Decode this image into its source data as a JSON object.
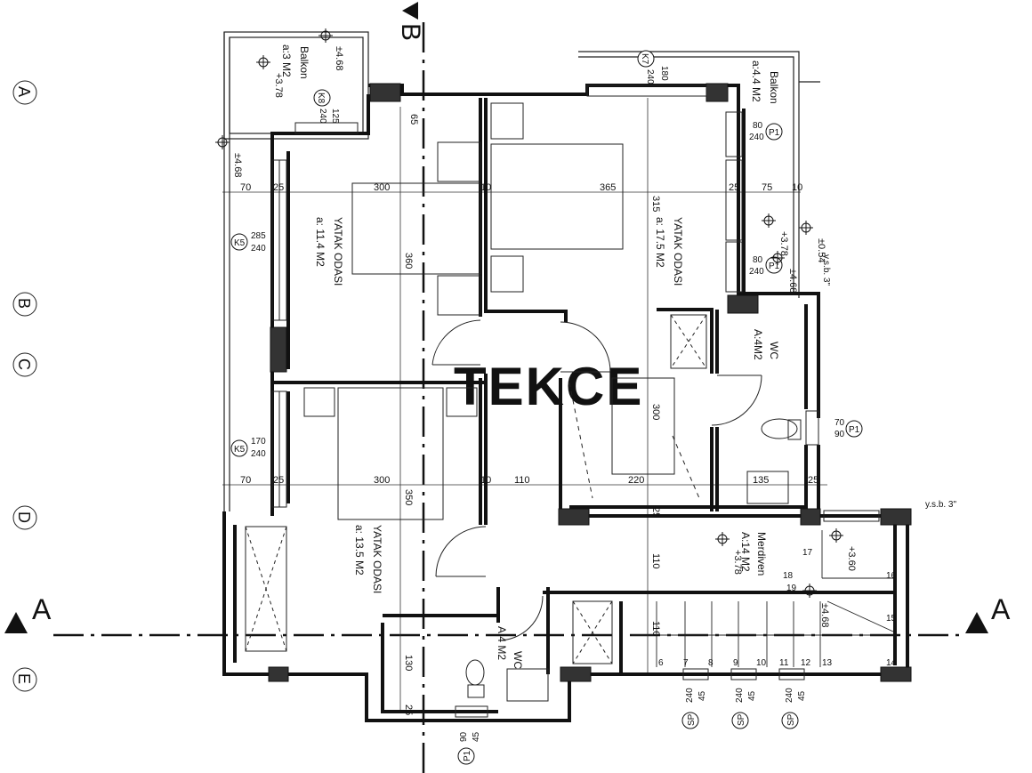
{
  "grid_axes": [
    "A",
    "B",
    "C",
    "D",
    "E"
  ],
  "section_marks": {
    "a_left": "A",
    "a_right": "A",
    "b_top": "B"
  },
  "rooms": [
    {
      "name": "YATAK ODASI",
      "area": "a:   11.4 M2"
    },
    {
      "name": "YATAK ODASI",
      "area": "a:   17.5 M2"
    },
    {
      "name": "YATAK ODASI",
      "area": "a:   13.5 M2"
    },
    {
      "name": "WC",
      "area": "A:4M2"
    },
    {
      "name": "WC",
      "area": "A:4 M2"
    },
    {
      "name": "Merdiven",
      "area": "A:14 M2"
    },
    {
      "name": "Balkon",
      "area": "a:3  M2"
    },
    {
      "name": "Balkon",
      "area": "a:4.4 M2"
    }
  ],
  "dimensions": {
    "top_row": [
      "70",
      "25",
      "300",
      "10",
      "365",
      "25",
      "75",
      "10"
    ],
    "mid_row": [
      "70",
      "25",
      "300",
      "10",
      "110",
      "220",
      "135",
      "25"
    ],
    "vertical": [
      "360",
      "315",
      "350",
      "300",
      "110",
      "130",
      "25",
      "25",
      "110",
      "65"
    ]
  },
  "levels": [
    "±4.68",
    "+3.78",
    "±4.68",
    "±0.54",
    "+3.78",
    "±4.68",
    "+3.78",
    "+3.60",
    "±4.68"
  ],
  "window_tags": [
    {
      "code": "P1",
      "w": "80",
      "h": "240"
    },
    {
      "code": "P1",
      "w": "80",
      "h": "240"
    },
    {
      "code": "P1",
      "w": "70",
      "h": "90"
    },
    {
      "code": "K5",
      "w": "285",
      "h": "240"
    },
    {
      "code": "K5",
      "w": "170",
      "h": "240"
    },
    {
      "code": "K7",
      "w": "180",
      "h": "240"
    },
    {
      "code": "K8",
      "w": "125",
      "h": "240"
    },
    {
      "code": "P1",
      "w": "45",
      "h": "90"
    },
    {
      "code": "SP",
      "w": "45",
      "h": "240"
    },
    {
      "code": "SP",
      "w": "45",
      "h": "240"
    },
    {
      "code": "SP",
      "w": "45",
      "h": "240"
    }
  ],
  "stair_steps": [
    "17",
    "18",
    "19",
    "16",
    "15",
    "14",
    "13",
    "12",
    "11",
    "10",
    "9",
    "8",
    "7",
    "6"
  ],
  "notes": {
    "ysb_1": "y.s.b. 3\"",
    "ysb_2": "y.s.b. 3\""
  },
  "watermark": "TEKCE"
}
